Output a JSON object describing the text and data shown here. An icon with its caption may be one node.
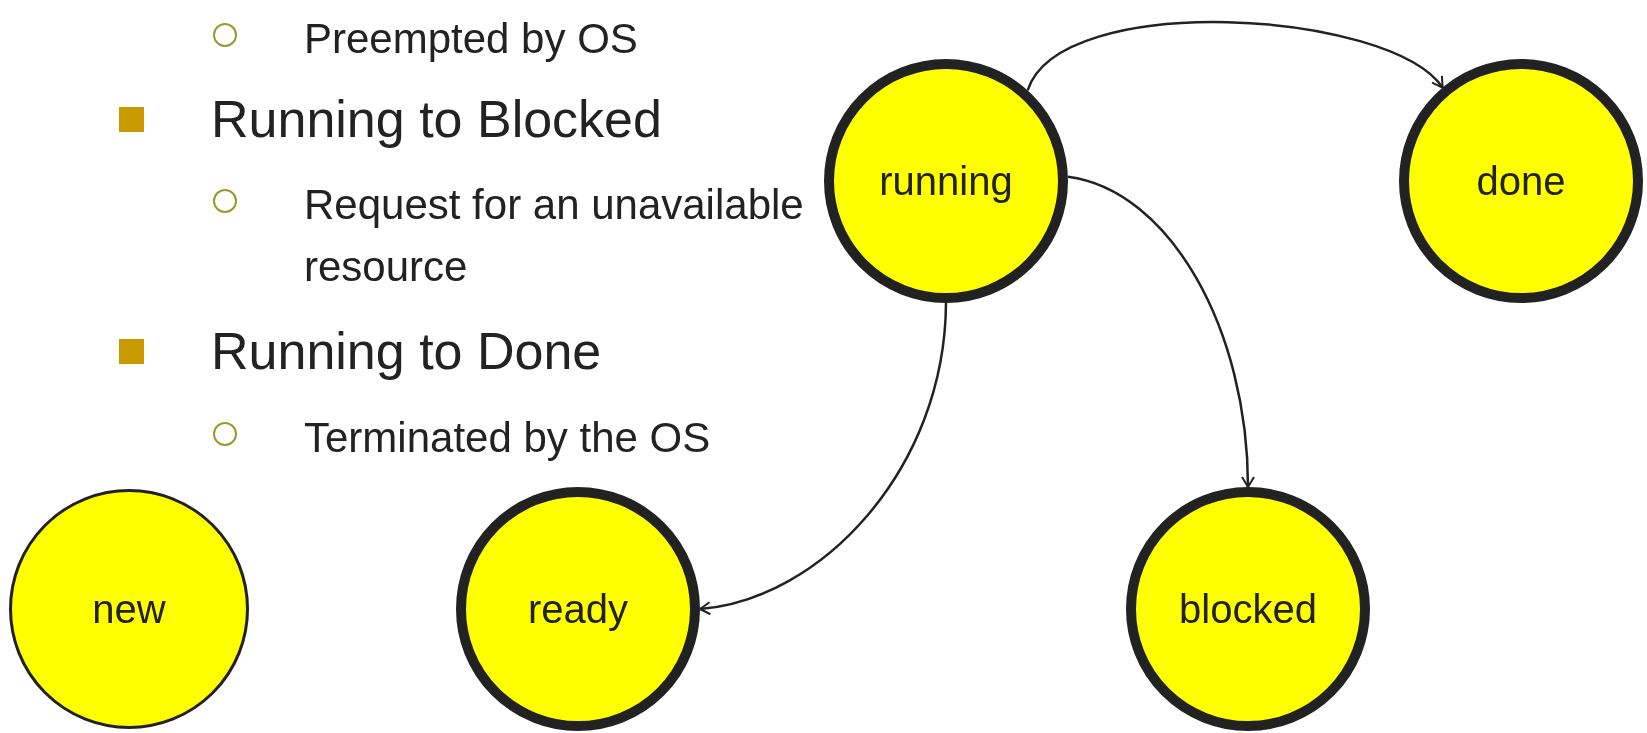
{
  "diagram": {
    "nodes": [
      {
        "text": [
          "running"
        ]
      },
      {
        "text": [
          "done"
        ]
      },
      {
        "text": [
          "new"
        ]
      },
      {
        "text": [
          "ready"
        ]
      },
      {
        "text": [
          "blocked"
        ]
      }
    ],
    "edges": [
      {
        "from": 0,
        "to": 1,
        "arrow": "to"
      },
      {
        "from": 0,
        "to": 4,
        "arrow": "to"
      },
      {
        "from": 0,
        "to": 3,
        "arrow": "to"
      }
    ],
    "labels": [
      "Preempted by OS",
      "Running to Blocked",
      "Request for an unavailable resource",
      "Running to Done",
      "Terminated by the OS"
    ]
  }
}
